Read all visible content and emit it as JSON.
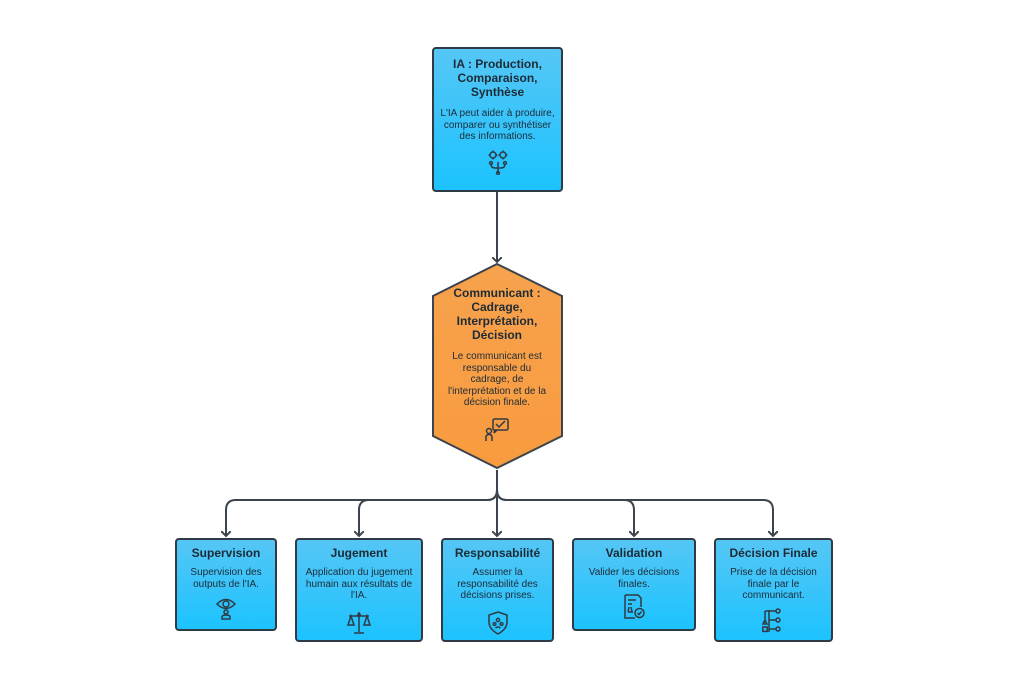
{
  "top": {
    "title": "IA : Production, Comparaison, Synthèse",
    "desc": "L'IA peut aider à produire, comparer ou synthétiser des informations.",
    "icon": "ai-gears-network-icon"
  },
  "middle": {
    "title": "Communicant : Cadrage, Interprétation, Décision",
    "desc": "Le communicant est responsable du cadrage, de l'interprétation et de la décision finale.",
    "icon": "person-checkmark-speech-icon"
  },
  "children": [
    {
      "title": "Supervision",
      "desc": "Supervision des outputs de l'IA.",
      "icon": "eye-person-icon"
    },
    {
      "title": "Jugement",
      "desc": "Application du jugement humain aux résultats de l'IA.",
      "icon": "scales-icon"
    },
    {
      "title": "Responsabilité",
      "desc": "Assumer la responsabilité des décisions prises.",
      "icon": "shield-icon"
    },
    {
      "title": "Validation",
      "desc": "Valider les décisions finales.",
      "icon": "document-check-icon"
    },
    {
      "title": "Décision Finale",
      "desc": "Prise de la décision finale par le communicant.",
      "icon": "decision-tree-icon"
    }
  ],
  "colors": {
    "blue": "#1cc3ff",
    "orange": "#f89b3f",
    "stroke": "#2f3a44"
  }
}
